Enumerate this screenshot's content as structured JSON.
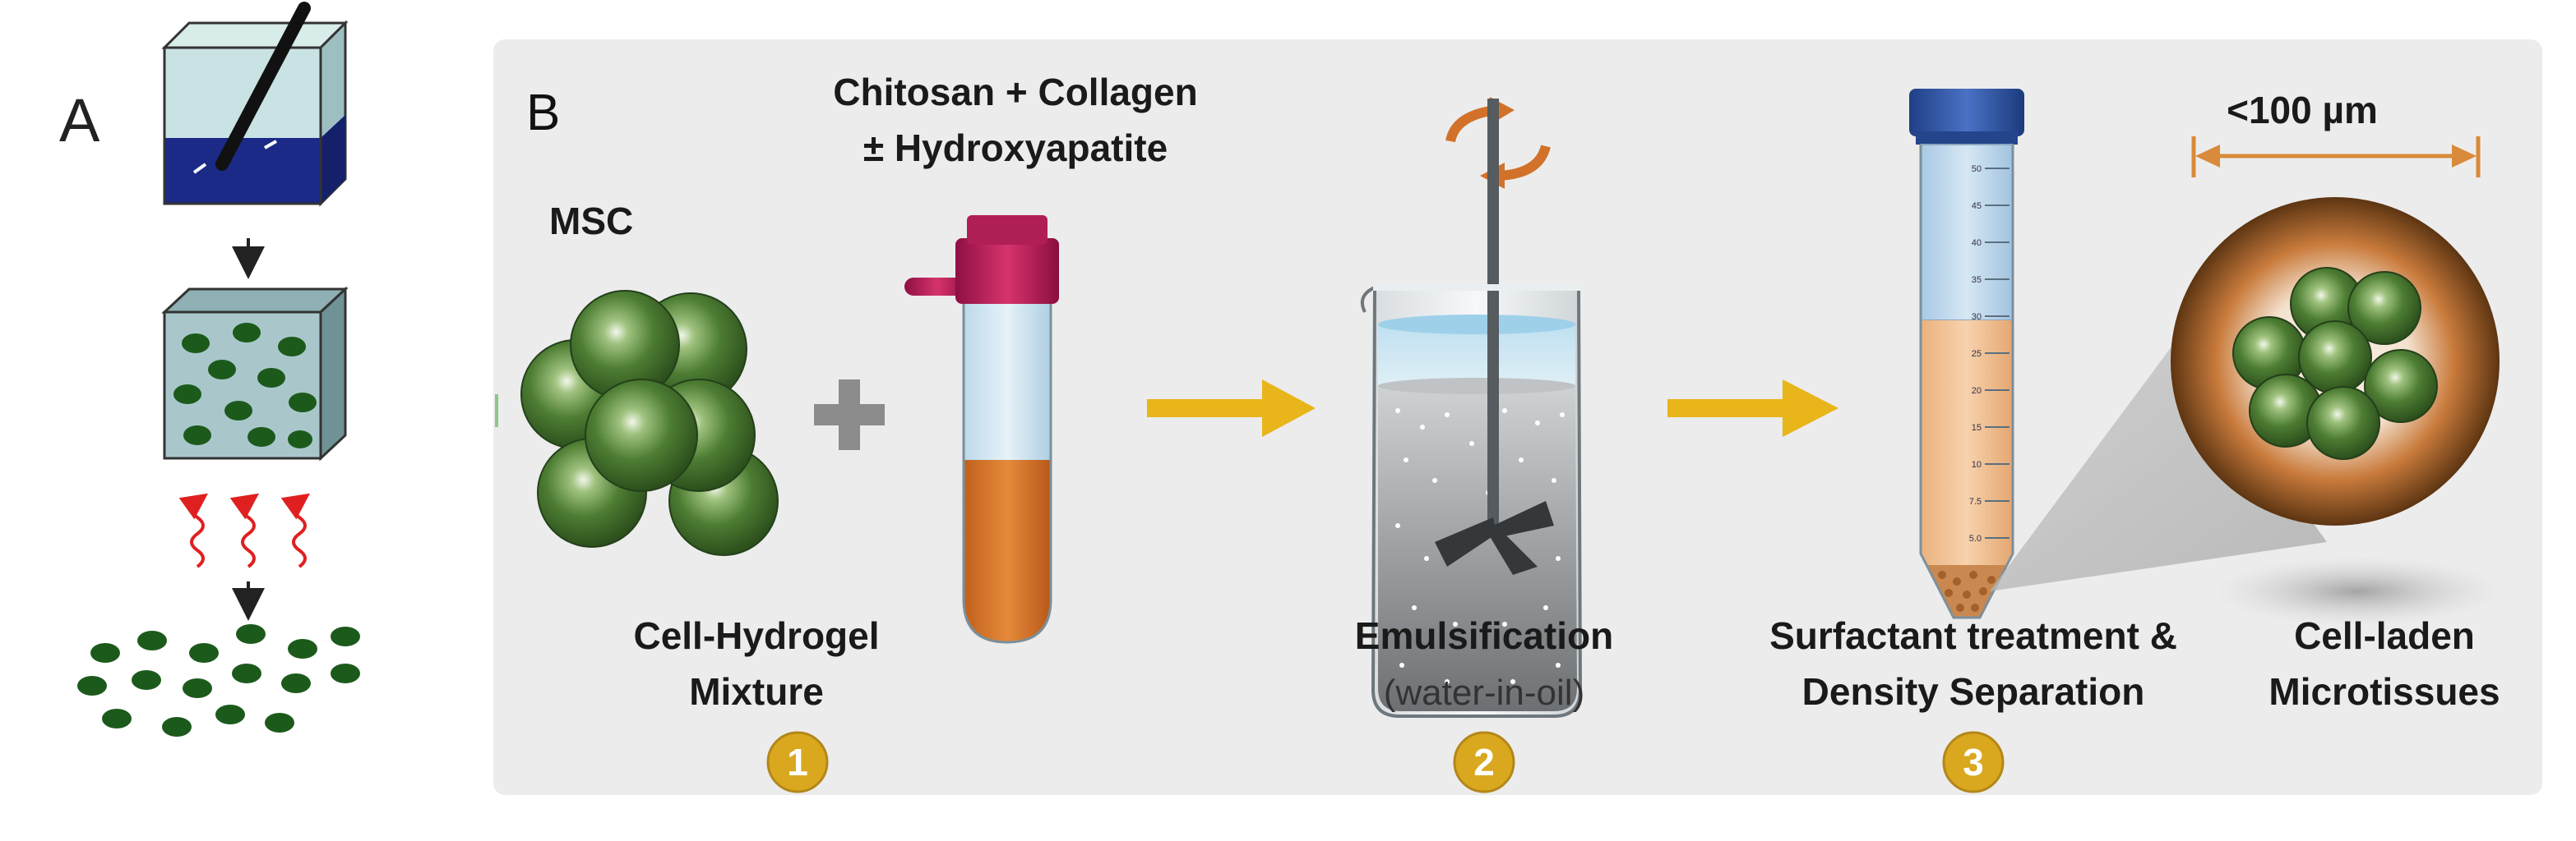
{
  "panel_a": {
    "label": "A"
  },
  "panel_b": {
    "label": "B",
    "msc_label": "MSC",
    "hydrogel_label_line1": "Chitosan + Collagen",
    "hydrogel_label_line2": "± Hydroxyapatite",
    "step1_label_line1": "Cell-Hydrogel",
    "step1_label_line2": "Mixture",
    "step1_number": "1",
    "step2_label_line1": "Emulsification",
    "step2_label_line2": "(water-in-oil)",
    "step2_number": "2",
    "step3_label_line1": "Surfactant treatment &",
    "step3_label_line2": "Density Separation",
    "step3_number": "3",
    "size_label": "<100 µm",
    "result_label_line1": "Cell-laden",
    "result_label_line2": "Microtissues",
    "tube_ticks": [
      "50",
      "45",
      "40",
      "35",
      "30",
      "25",
      "20",
      "15",
      "10",
      "7.5",
      "5.0"
    ]
  },
  "colors": {
    "panel_background": "#ececec",
    "cell_green": "#3f6b2a",
    "arrow_yellow": "#e8b51a",
    "badge_gold": "#d9a81e",
    "tube_cap_magenta": "#c2185b",
    "tube_cap_blue": "#2f55a4",
    "hydrogel_orange": "#d9772b",
    "rotation_orange": "#d2722a",
    "dimension_orange": "#d98a3a",
    "wavy_red": "#e02020"
  }
}
